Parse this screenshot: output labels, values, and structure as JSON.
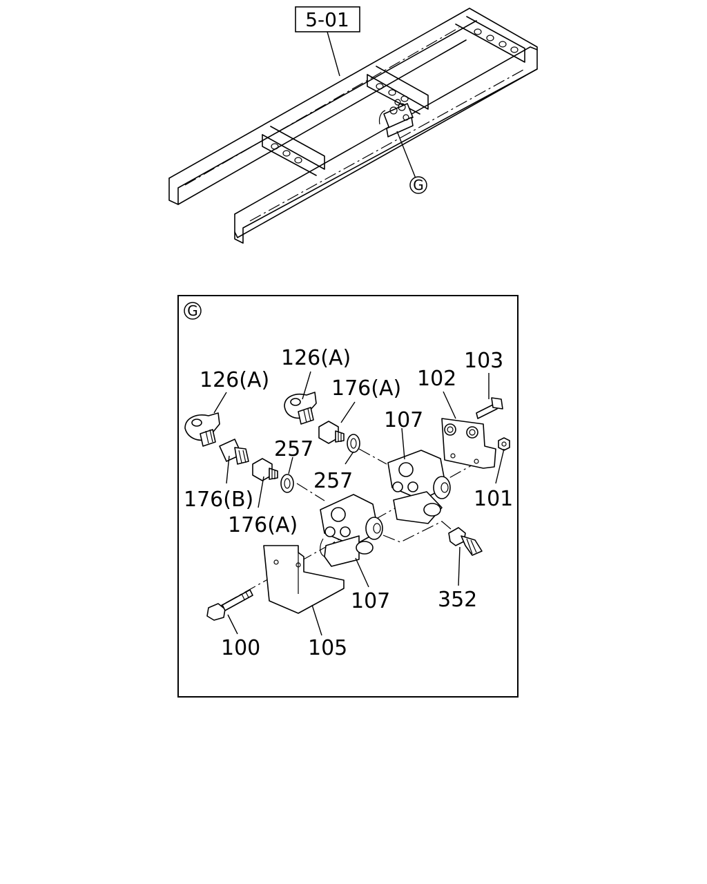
{
  "reference": {
    "label": "5-01"
  },
  "detail": {
    "marker": "G",
    "box_marker": "G"
  },
  "callouts": [
    {
      "id": "126A_left",
      "text": "126(A)"
    },
    {
      "id": "126A_top",
      "text": "126(A)"
    },
    {
      "id": "176A_top",
      "text": "176(A)"
    },
    {
      "id": "107_top",
      "text": "107"
    },
    {
      "id": "102",
      "text": "102"
    },
    {
      "id": "103",
      "text": "103"
    },
    {
      "id": "257_left",
      "text": "257"
    },
    {
      "id": "257_mid",
      "text": "257"
    },
    {
      "id": "176B",
      "text": "176(B)"
    },
    {
      "id": "176A_low",
      "text": "176(A)"
    },
    {
      "id": "101",
      "text": "101"
    },
    {
      "id": "107_low",
      "text": "107"
    },
    {
      "id": "352",
      "text": "352"
    },
    {
      "id": "100",
      "text": "100"
    },
    {
      "id": "105",
      "text": "105"
    }
  ]
}
